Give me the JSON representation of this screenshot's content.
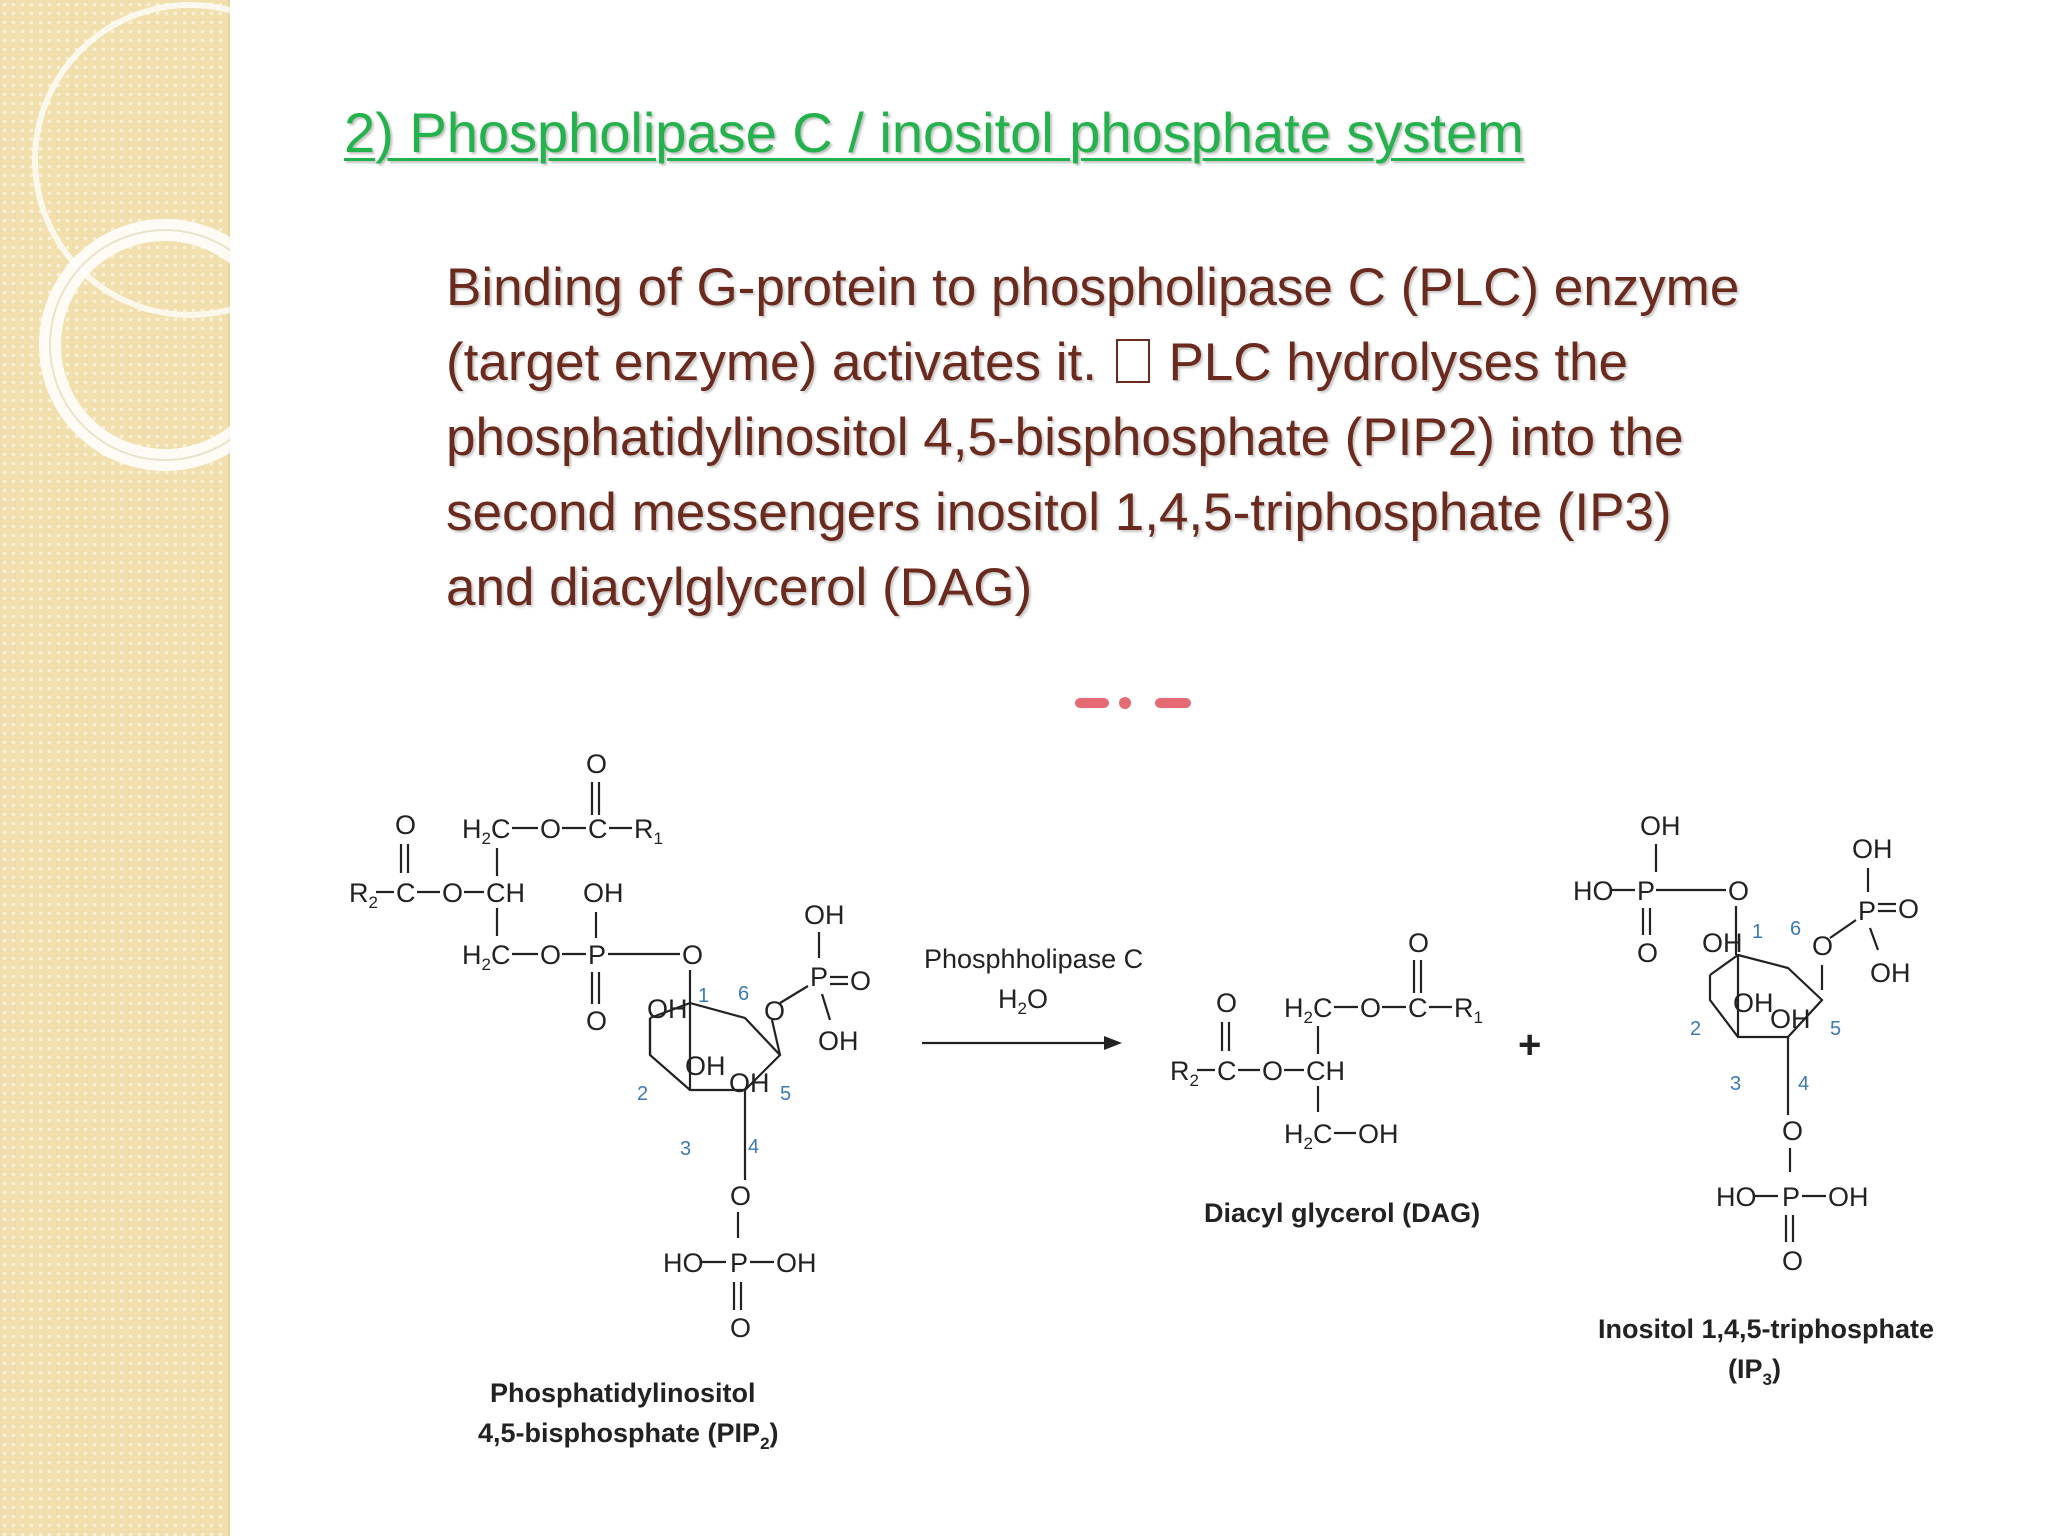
{
  "title": "2) Phospholipase C / inositol phosphate system",
  "body": {
    "line1": "Binding of G-protein to phospholipase C (PLC) enzyme",
    "line2_a": "(target enzyme) activates it.",
    "line2_b": "PLC hydrolyses the",
    "line3": "phosphatidylinositol 4,5-bisphosphate (PIP2) into the",
    "line4": "second messengers inositol 1,4,5-triphosphate (IP3)",
    "line5": "and diacylglycerol (DAG)"
  },
  "reaction": {
    "enzyme": "Phosphholipase C",
    "water": "H",
    "water_sub": "2",
    "water_end": "O",
    "plus": "+"
  },
  "compounds": {
    "pip2_line1": "Phosphatidylinositol",
    "pip2_line2": "4,5-bisphosphate (PIP",
    "pip2_sub": "2",
    "pip2_end": ")",
    "dag": "Diacyl glycerol (DAG)",
    "ip3_line1": "Inositol 1,4,5-triphosphate",
    "ip3_line2": "(IP",
    "ip3_sub": "3",
    "ip3_end": ")"
  },
  "atoms": {
    "O": "O",
    "OH": "OH",
    "HO": "HO",
    "P": "P",
    "C": "C",
    "CH": "CH",
    "H": "H",
    "R": "R",
    "sub1": "1",
    "sub2": "2",
    "n1": "1",
    "n2": "2",
    "n3": "3",
    "n4": "4",
    "n5": "5",
    "n6": "6"
  },
  "colors": {
    "title": "#23b24b",
    "body_text": "#6b2a1e",
    "ring_numbers": "#3a7ab8",
    "side_strip": "#f1e0ae"
  }
}
